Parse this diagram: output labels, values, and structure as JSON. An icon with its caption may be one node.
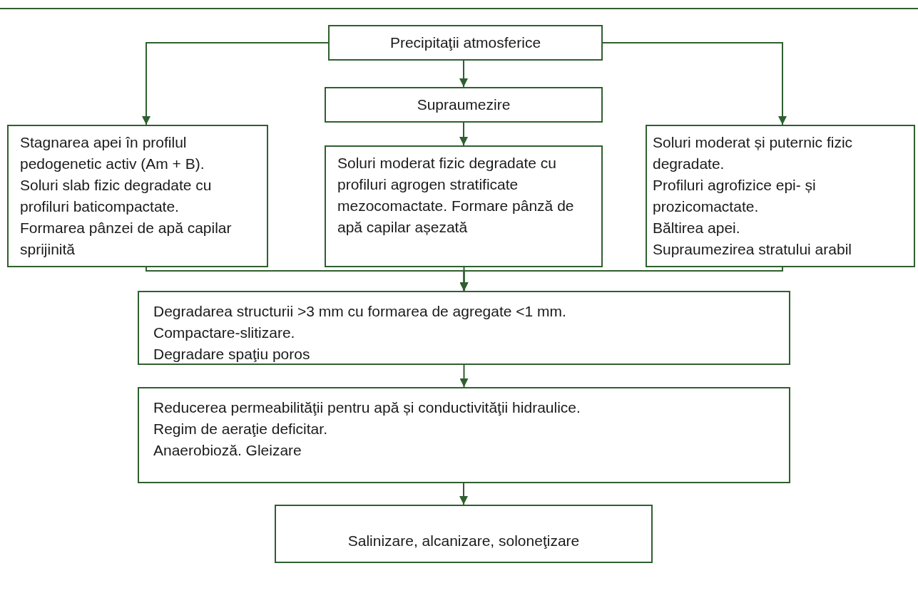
{
  "diagram": {
    "nodes": [
      {
        "text": [
          "Precipitaţii atmosferice"
        ]
      },
      {
        "text": [
          "Supraumezire"
        ]
      },
      {
        "text": [
          "Stagnarea apei în profilul pedogenetic activ (Am + B).",
          "Soluri slab fizic degradate cu profiluri baticompactate.",
          "Formarea pânzei de apă capilar sprijinită"
        ]
      },
      {
        "text": [
          "Soluri moderat fizic degradate cu profiluri agrogen stratificate mezocomactate. Formare pânză de apă capilar așezată"
        ]
      },
      {
        "text": [
          "Soluri moderat și puternic fizic degradate.",
          "Profiluri agrofizice epi- și prozicomactate.",
          "Băltirea apei.",
          "Supraumezirea stratului arabil"
        ]
      },
      {
        "text": [
          "Degradarea structurii >3 mm cu formarea de agregate <1 mm.",
          "Compactare-slitizare.",
          "Degradare spaţiu poros"
        ]
      },
      {
        "text": [
          "Reducerea permeabilităţii pentru apă și conductivităţii hidraulice.",
          "Regim de aeraţie deficitar.",
          "Anaerobioză. Gleizare"
        ]
      },
      {
        "text": [
          "Salinizare, alcanizare, soloneţizare"
        ]
      }
    ],
    "edges": [
      {
        "from": 0,
        "to": 2,
        "arrow": "to"
      },
      {
        "from": 0,
        "to": 1,
        "arrow": "to"
      },
      {
        "from": 0,
        "to": 4,
        "arrow": "to"
      },
      {
        "from": 1,
        "to": 3,
        "arrow": "to"
      },
      {
        "from": 2,
        "to": 5,
        "arrow": "to"
      },
      {
        "from": 3,
        "to": 5,
        "arrow": "to"
      },
      {
        "from": 4,
        "to": 5,
        "arrow": "to"
      },
      {
        "from": 5,
        "to": 6,
        "arrow": "to"
      },
      {
        "from": 6,
        "to": 7,
        "arrow": "to"
      }
    ]
  }
}
